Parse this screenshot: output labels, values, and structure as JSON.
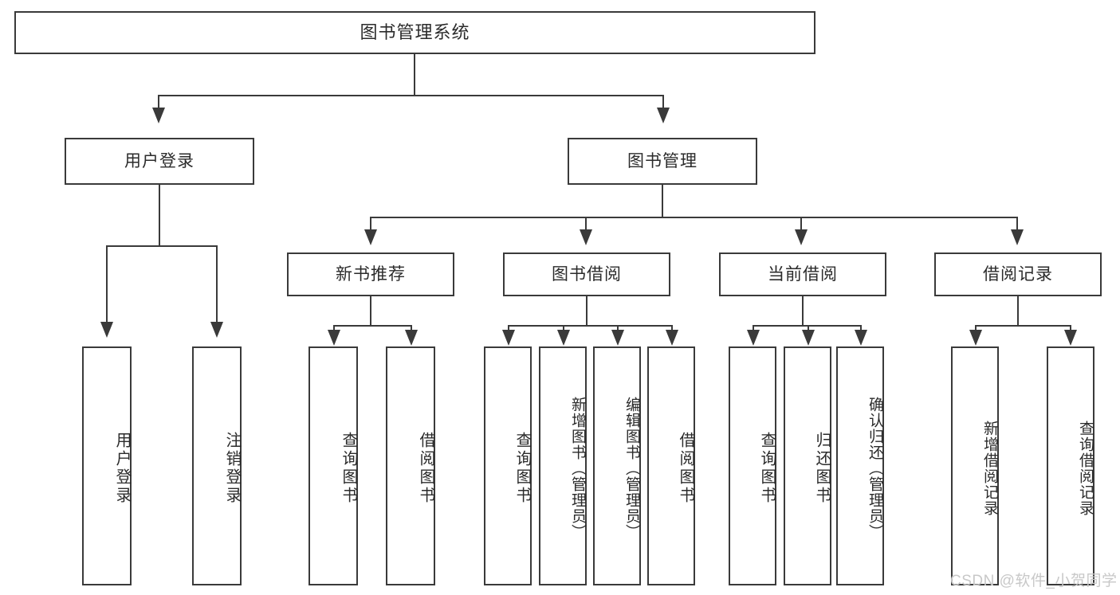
{
  "diagram": {
    "title": "图书管理系统",
    "type": "tree",
    "levels": 4,
    "line_color": "#3a3a3a",
    "text_color": "#2b2b2b",
    "background_color": "#ffffff"
  },
  "root": {
    "label": "图书管理系统"
  },
  "level2": [
    {
      "label": "用户登录"
    },
    {
      "label": "图书管理"
    }
  ],
  "level3": [
    {
      "label": "新书推荐"
    },
    {
      "label": "图书借阅"
    },
    {
      "label": "当前借阅"
    },
    {
      "label": "借阅记录"
    }
  ],
  "leaves": {
    "user_login": [
      {
        "label": "用户登录"
      },
      {
        "label": "注销登录"
      }
    ],
    "new_book": [
      {
        "label": "查询图书"
      },
      {
        "label": "借阅图书"
      }
    ],
    "book_borrow": [
      {
        "label": "查询图书"
      },
      {
        "label": "新增图书（管理员）"
      },
      {
        "label": "编辑图书（管理员）"
      },
      {
        "label": "借阅图书"
      }
    ],
    "current_borrow": [
      {
        "label": "查询图书"
      },
      {
        "label": "归还图书"
      },
      {
        "label": "确认归还（管理员）"
      }
    ],
    "borrow_record": [
      {
        "label": "新增借阅记录"
      },
      {
        "label": "查询借阅记录"
      }
    ]
  },
  "watermark": {
    "text": "CSDN @软件_小贺同学"
  }
}
